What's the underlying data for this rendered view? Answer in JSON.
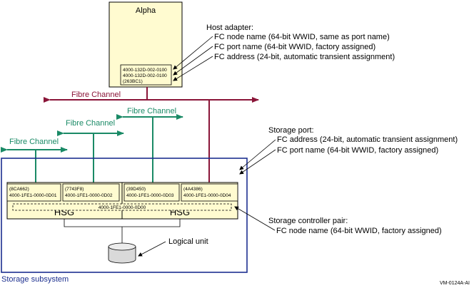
{
  "colors": {
    "fibre_red": "#8a1538",
    "fibre_green": "#1a8a66",
    "subsystem_blue": "#1c2f8f",
    "box_fill": "#fffbd0"
  },
  "host": {
    "label": "Alpha",
    "adapter_lines": [
      "4000-132D-002-0100",
      "4000-132D-002-0100",
      "(263BC1)"
    ]
  },
  "host_adapter_callout": {
    "title": "Host adapter:",
    "items": [
      "FC node name (64-bit WWID, same as port name)",
      "FC port name (64-bit WWID, factory assigned)",
      "FC address (24-bit, automatic transient assignment)"
    ]
  },
  "fibre_labels": {
    "main": "Fibre Channel",
    "port1": "Fibre Channel",
    "port2": "Fibre Channel",
    "port3": "Fibre Channel"
  },
  "ports": [
    {
      "address": "(8CA662)",
      "wwid": "4000-1FE1-0000-0D01"
    },
    {
      "address": "(7743F8)",
      "wwid": "4000-1FE1-0000-0D02"
    },
    {
      "address": "(39D450)",
      "wwid": "4000-1FE1-0000-0D03"
    },
    {
      "address": "(4A4386)",
      "wwid": "4000-1FE1-0000-0D04"
    }
  ],
  "node_wwid": "4000-1FE1-0000-0D00",
  "controllers": [
    "HSG",
    "HSG"
  ],
  "storage_port_callout": {
    "title": "Storage port:",
    "items": [
      "FC address (24-bit, automatic transient assignment)",
      "FC port name (64-bit WWID, factory assigned)"
    ]
  },
  "controller_pair_callout": {
    "title": "Storage controller pair:",
    "items": [
      "FC node name (64-bit WWID, factory assigned)"
    ]
  },
  "logical_unit_label": "Logical unit",
  "subsystem_label": "Storage subsystem",
  "figure_id": "VM-0124A-AI"
}
